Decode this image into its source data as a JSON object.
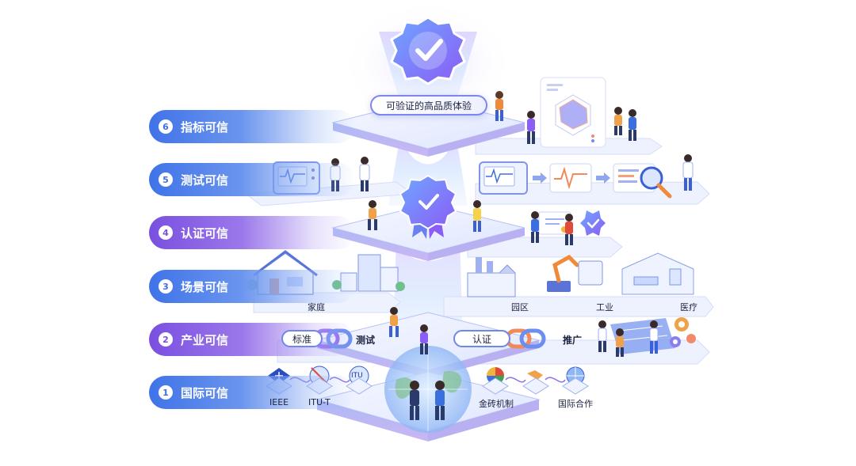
{
  "top_title": "可验证的高品质体验",
  "levels": [
    {
      "num": "6",
      "label": "指标可信"
    },
    {
      "num": "5",
      "label": "测试可信"
    },
    {
      "num": "4",
      "label": "认证可信"
    },
    {
      "num": "3",
      "label": "场景可信"
    },
    {
      "num": "2",
      "label": "产业可信"
    },
    {
      "num": "1",
      "label": "国际可信"
    }
  ],
  "scenes": {
    "home": "家庭",
    "park": "园区",
    "industry": "工业",
    "medical": "医疗"
  },
  "industry_row": {
    "standard": "标准",
    "test": "测试",
    "certify": "认证",
    "promote": "推广"
  },
  "international": {
    "ieee": "IEEE",
    "itu_t": "ITU-T",
    "itu_icon": "ITU",
    "golden_brick": "金砖机制",
    "cooperation": "国际合作"
  },
  "colors": {
    "blue_pill": "#3f73e8",
    "purple_pill": "#7a4fe0",
    "platform": "#e6ecff",
    "accent": "#6f86ea"
  }
}
